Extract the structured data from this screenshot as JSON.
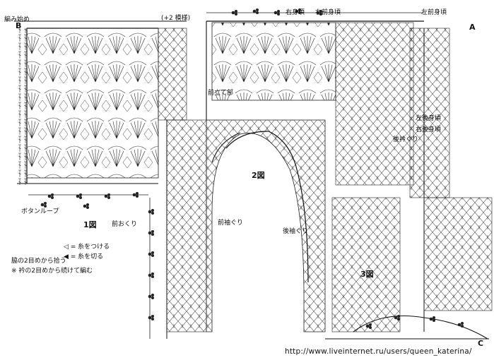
{
  "labels": {
    "fig1": "1図",
    "fig2": "2図",
    "fig3": "3図",
    "front_edge": "前おくり",
    "sleeve_front": "前袖ぐり",
    "sleeve_back": "後袖ぐり",
    "right_back_neck": "右後身頃",
    "left_back_neck": "左後身頃",
    "right_front": "右前身頃",
    "right_body": "右身頃",
    "front_section": "前立て部",
    "side_note": "左前身頃",
    "back_neck_note": "後衿ぐり",
    "pickup_note": "脇の2目めから拾う"
  },
  "legend": {
    "attach": "◁ = 糸をつける",
    "cut": "◀ = 糸を切る",
    "button": "ボタンループ",
    "note": "※ 衿の2目めから続けて編む"
  },
  "markers": {
    "a": "A",
    "b": "B",
    "c": "C",
    "start": "編み始め",
    "count_top": "(+2 模様)"
  },
  "footer": {
    "url": "http://www.liveinternet.ru/users/queen_katerina/"
  },
  "colors": {
    "ink": "#111111",
    "paper": "#ffffff"
  }
}
